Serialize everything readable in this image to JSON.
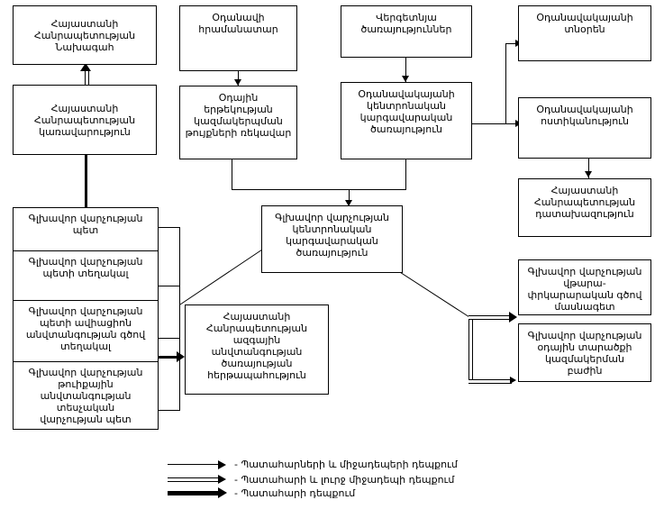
{
  "diagram": {
    "title": "Armenian Civil Aviation Incident Reporting Structure",
    "boxes": {
      "president": "Հայաստանի\nՀանրապետության\nՆախագահ",
      "government": "Հայաստանի\nՀանրապետության\nկառավարություն",
      "aircraft_commander": "Օդանավի\nհրամանատար",
      "air_transport_org_head": "Օդային\nերթեկության\nկազմակերպման\nթույքների ռեկավար",
      "aviation_services": "Վերգետնյա\nծառայություններ",
      "civil_aviation_central_admin": "Օդանավակայանի\nկենտրոնական\nկարգավարական\nծառայություն",
      "airport_director": "Օդանավակայանի\nտնօրեն",
      "airport_police": "Օդանավակայանի\nոստիկանություն",
      "prosecutor": "Հայաստանի\nՀանրապետության\nդատախազություն",
      "chief_admin_central_service": "Գլխավոր վարչության\nկենտրոնական\nկարգավարական\nծառայություն",
      "national_security_service": "Հայաստանի\nՀանրապետության\nազգային\nանվտանգության\nծառայության\nհերթապահություն",
      "flight_technical_inspector": "Գլխավոր վարչության\nվթարա-\nփրկարարական գծով\nմասնագետ",
      "air_traffic_org_dept": "Գլխավոր վարչության\nօդային տարածքի\nկազմակերման\nբաժին"
    },
    "left_stack": [
      "Գլխավոր վարչության\nպետ",
      "Գլխավոր վարչության\nպետի տեղակալ",
      "Գլխավոր վարչության\nպետի ավիացիոն\nանվտանգության գծով\nտեղակալ",
      "Գլխավոր վարչության\nթուիքային\nանվտանգության\nտեսչական\nվարչության պետ"
    ],
    "legend": [
      {
        "style": "thin",
        "label": "- Պատահարների և միջադեպերի դեպքում"
      },
      {
        "style": "double",
        "label": "- Պատահարի և լուրջ միջադեպի դեպքում"
      },
      {
        "style": "thick",
        "label": "- Պատահարի դեպքում"
      }
    ],
    "colors": {
      "line": "#000000",
      "box_border": "#000000",
      "background": "#ffffff",
      "text": "#000000"
    }
  }
}
